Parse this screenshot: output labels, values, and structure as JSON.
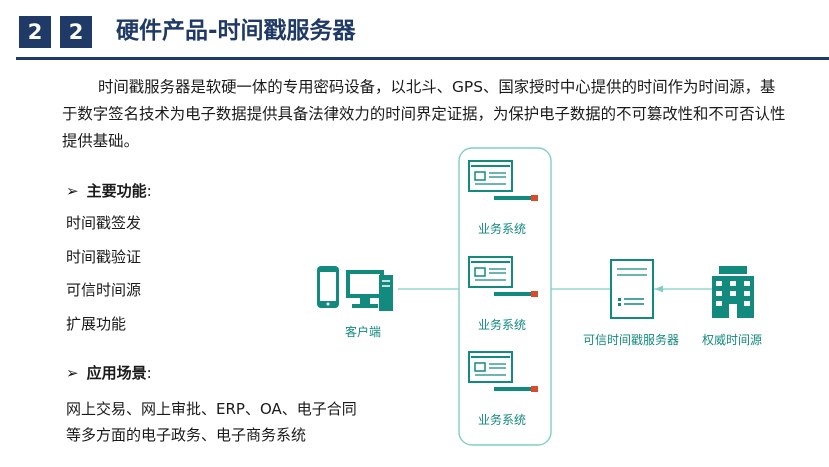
{
  "header": {
    "num_left": "2",
    "num_right": "2",
    "title": "硬件产品-时间戳服务器"
  },
  "intro": {
    "text": "时间戳服务器是软硬一体的专用密码设备，以北斗、GPS、国家授时中心提供的时间作为时间源，基于数字签名技术为电子数据提供具备法律效力的时间界定证据，为保护电子数据的不可篡改性和不可否认性提供基础。"
  },
  "functions": {
    "heading": "主要功能",
    "colon": ":",
    "items": [
      "时间戳签发",
      "时间戳验证",
      "可信时间源",
      "扩展功能"
    ]
  },
  "scenarios": {
    "heading": "应用场景",
    "colon": ":",
    "text": "网上交易、网上审批、ERP、OA、电子合同等多方面的电子政务、电子商务系统"
  },
  "diagram": {
    "client_label": "客户端",
    "business_labels": [
      "业务系统",
      "业务系统",
      "业务系统"
    ],
    "server_label": "可信时间戳服务器",
    "authority_label": "权威时间源",
    "accent_color": "#138a7e",
    "line_color": "#7fcfc4"
  },
  "colors": {
    "brand": "#1f3a66",
    "accent": "#138a7e"
  }
}
